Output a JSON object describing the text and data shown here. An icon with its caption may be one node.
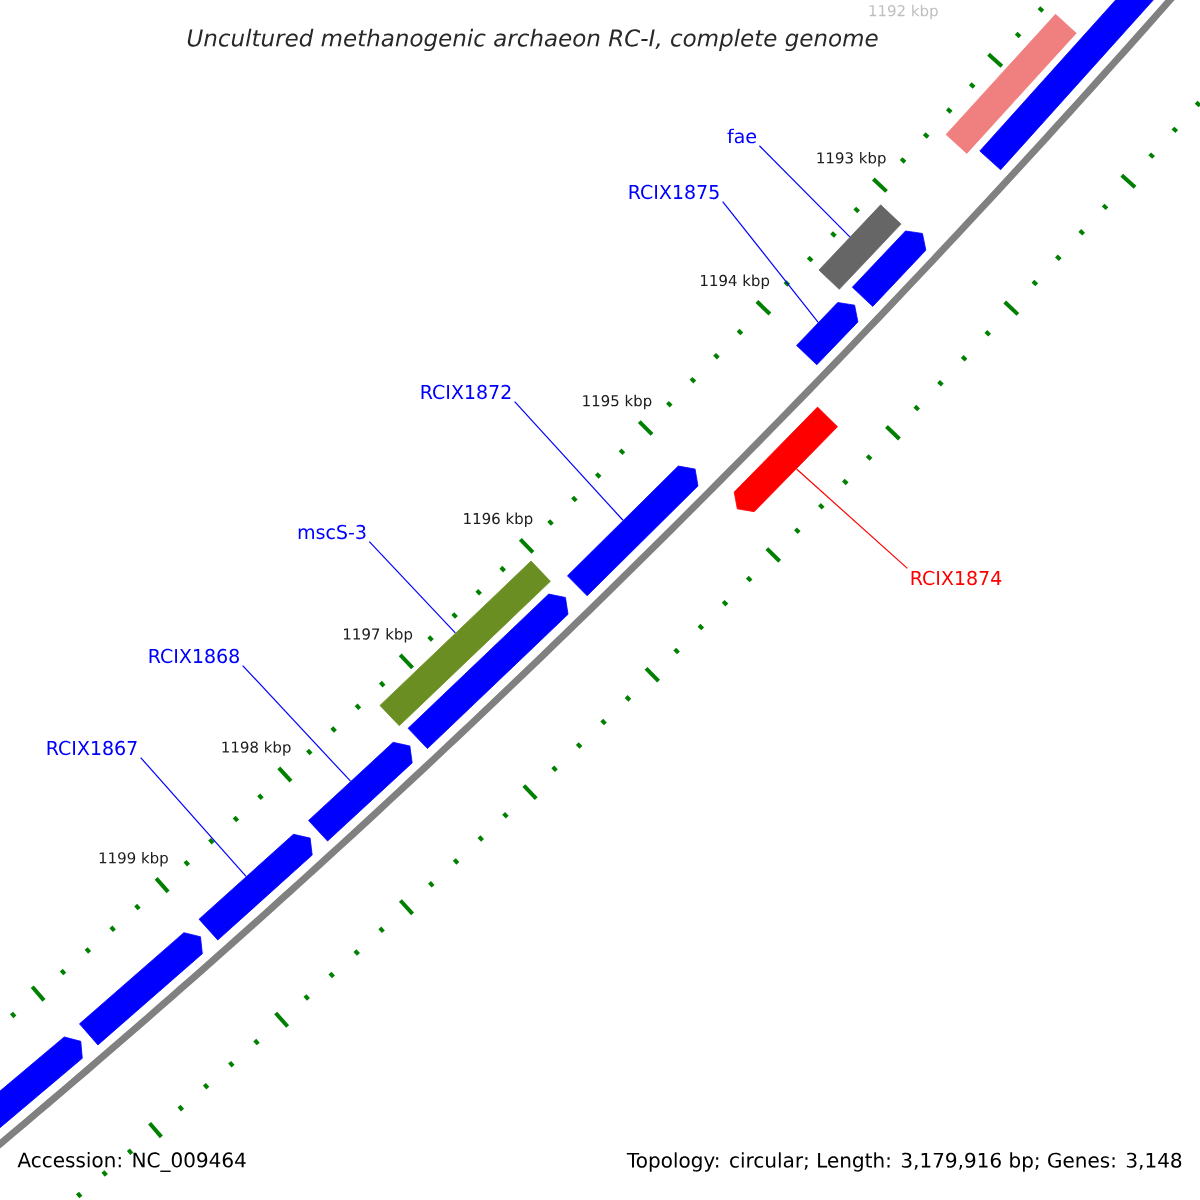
{
  "diagram": {
    "title": "Uncultured methanogenic archaeon RC-I, complete genome",
    "nodes": [
      {
        "text": [
          "fae"
        ]
      },
      {
        "text": [
          "RCIX1875"
        ]
      },
      {
        "text": [
          "RCIX1872"
        ]
      },
      {
        "text": [
          "mscS-3"
        ]
      },
      {
        "text": [
          "RCIX1868"
        ]
      },
      {
        "text": [
          "RCIX1867"
        ]
      },
      {
        "text": [
          "RCIX1874"
        ]
      },
      {
        "text": [],
        "shape": "arrow"
      },
      {
        "text": [],
        "shape": "arrow"
      },
      {
        "text": [],
        "shape": "arrow"
      },
      {
        "text": [],
        "shape": "arrow"
      },
      {
        "text": [],
        "shape": "bar"
      },
      {
        "text": [],
        "shape": "arrow"
      },
      {
        "text": [],
        "shape": "arrow"
      },
      {
        "text": [],
        "shape": "arrow"
      },
      {
        "text": [],
        "shape": "arrow"
      },
      {
        "text": [],
        "shape": "bar"
      },
      {
        "text": [],
        "shape": "arrow"
      },
      {
        "text": [],
        "shape": "bar"
      },
      {
        "text": [],
        "shape": "arrow"
      }
    ],
    "edges": [
      {
        "from": 0,
        "to": 16,
        "arrow": "none"
      },
      {
        "from": 1,
        "to": 15,
        "arrow": "none"
      },
      {
        "from": 2,
        "to": 13,
        "arrow": "none"
      },
      {
        "from": 3,
        "to": 11,
        "arrow": "none"
      },
      {
        "from": 4,
        "to": 10,
        "arrow": "none"
      },
      {
        "from": 5,
        "to": 9,
        "arrow": "none"
      },
      {
        "from": 6,
        "to": 14,
        "arrow": "none",
        "color": "#ff0000"
      }
    ],
    "labels": [
      "1192 kbp",
      "1193 kbp",
      "1194 kbp",
      "1195 kbp",
      "1196 kbp",
      "1197 kbp",
      "1198 kbp",
      "1199 kbp",
      "Accession: NC_009464",
      "Topology: circular; Length: 3,179,916 bp; Genes: 3,148"
    ]
  }
}
